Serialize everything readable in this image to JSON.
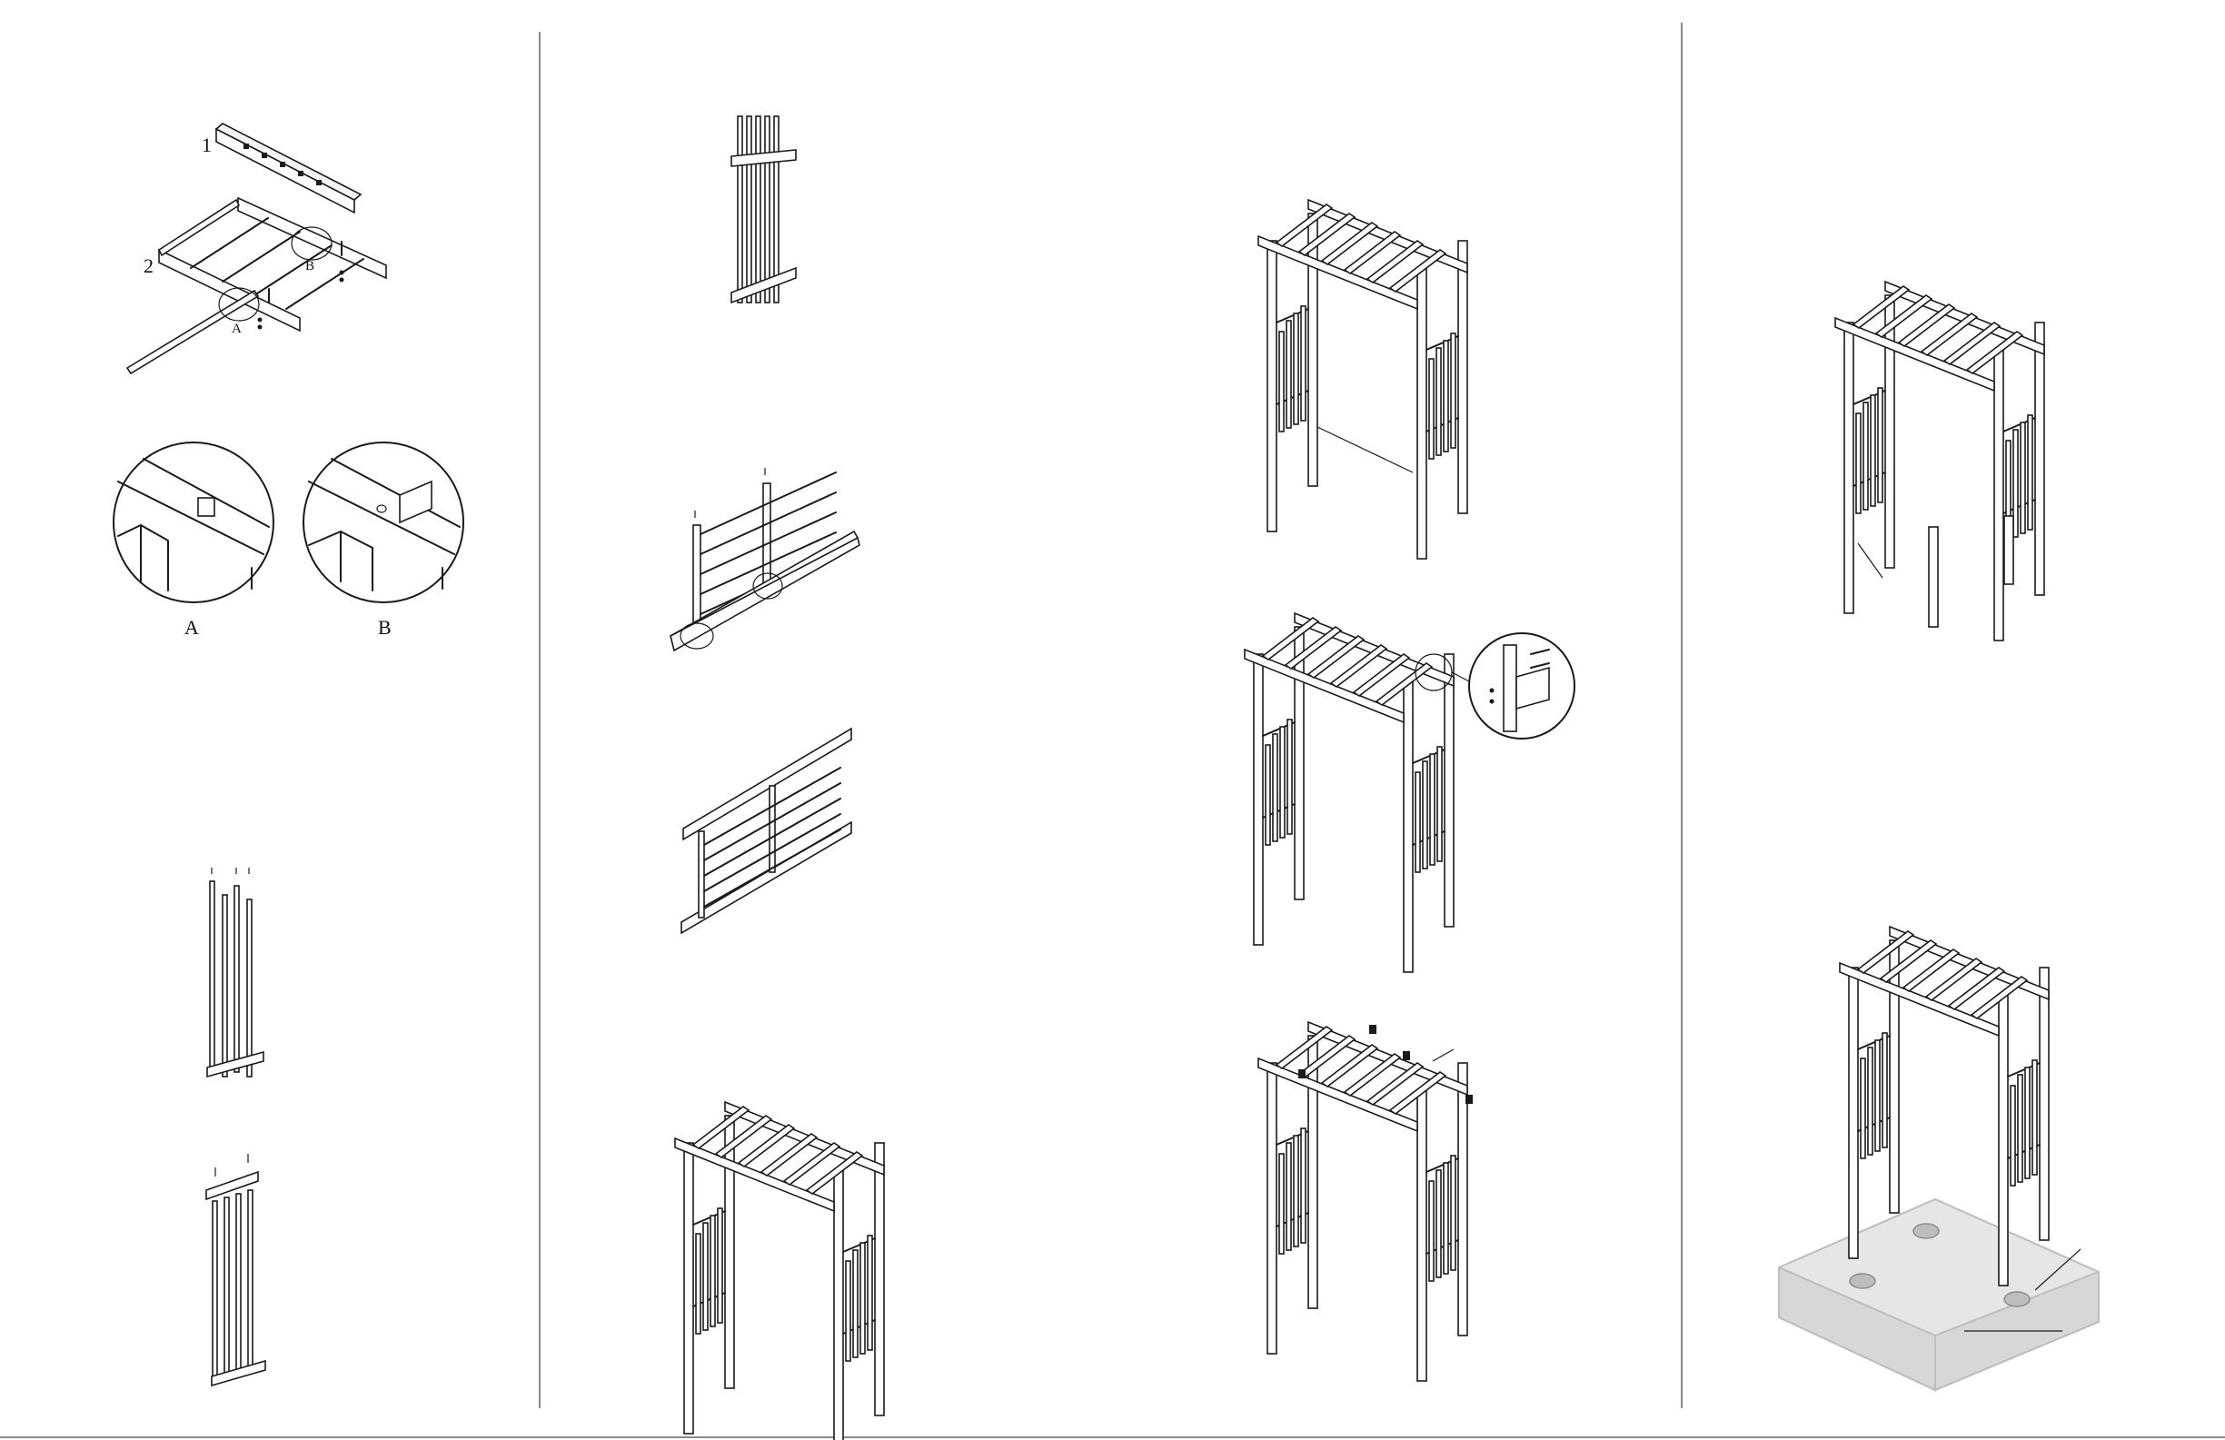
{
  "labels": {
    "step1_part_1": "1",
    "step1_part_2": "2",
    "callout_a_small": "A",
    "callout_b_small": "B",
    "detail_a": "A",
    "detail_b": "B"
  },
  "colors": {
    "line": "#1a1a1a",
    "divider": "#8a8a8a",
    "concrete": "#e6e6e6"
  }
}
